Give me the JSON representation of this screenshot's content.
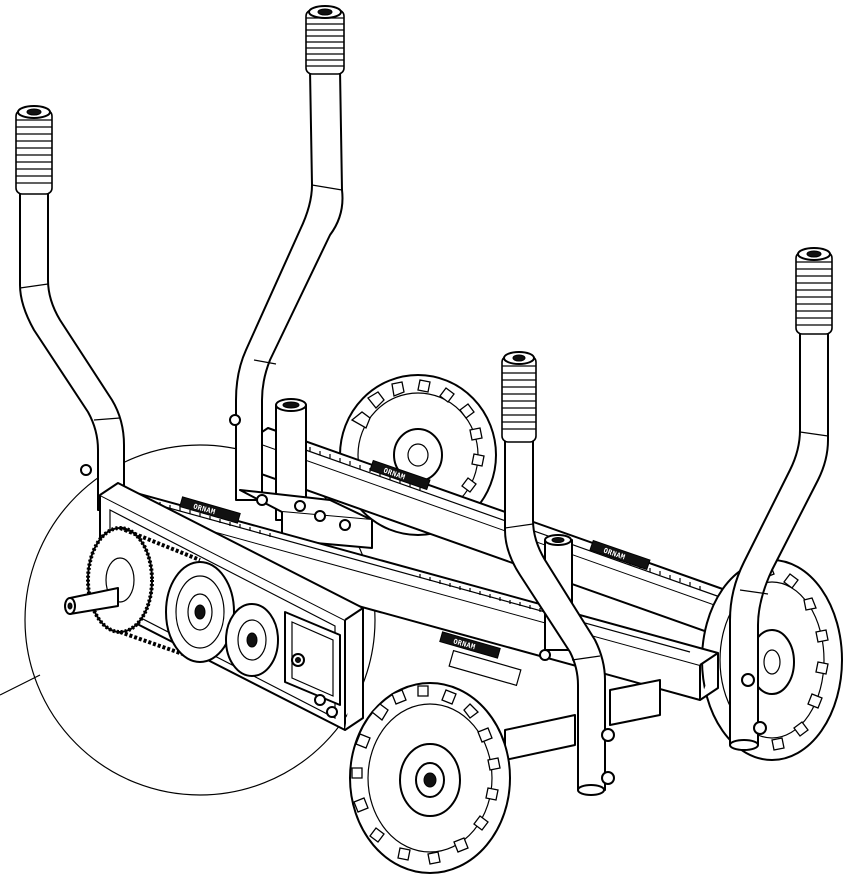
{
  "drawing": {
    "style": "line-art technical illustration",
    "stroke_color": "#000000",
    "background_color": "#ffffff",
    "rail_labels": [
      "ORNAM",
      "ORNAM",
      "ORNAM",
      "ORNAM"
    ],
    "handles": [
      {
        "name": "handle-rear-left",
        "grip_icon": "ribbed-grip-icon"
      },
      {
        "name": "handle-rear-center",
        "grip_icon": "ribbed-grip-icon"
      },
      {
        "name": "handle-front-center",
        "grip_icon": "ribbed-grip-icon"
      },
      {
        "name": "handle-front-right",
        "grip_icon": "ribbed-grip-icon"
      }
    ],
    "wheels": [
      {
        "name": "wheel-rear",
        "icon": "knobby-tire-icon"
      },
      {
        "name": "wheel-right",
        "icon": "knobby-tire-icon"
      },
      {
        "name": "wheel-front",
        "icon": "knobby-tire-icon"
      }
    ],
    "detail_callout": {
      "shape": "circle",
      "icon": "detail-circle-icon",
      "contents": "sprocket-chain-drive"
    }
  }
}
